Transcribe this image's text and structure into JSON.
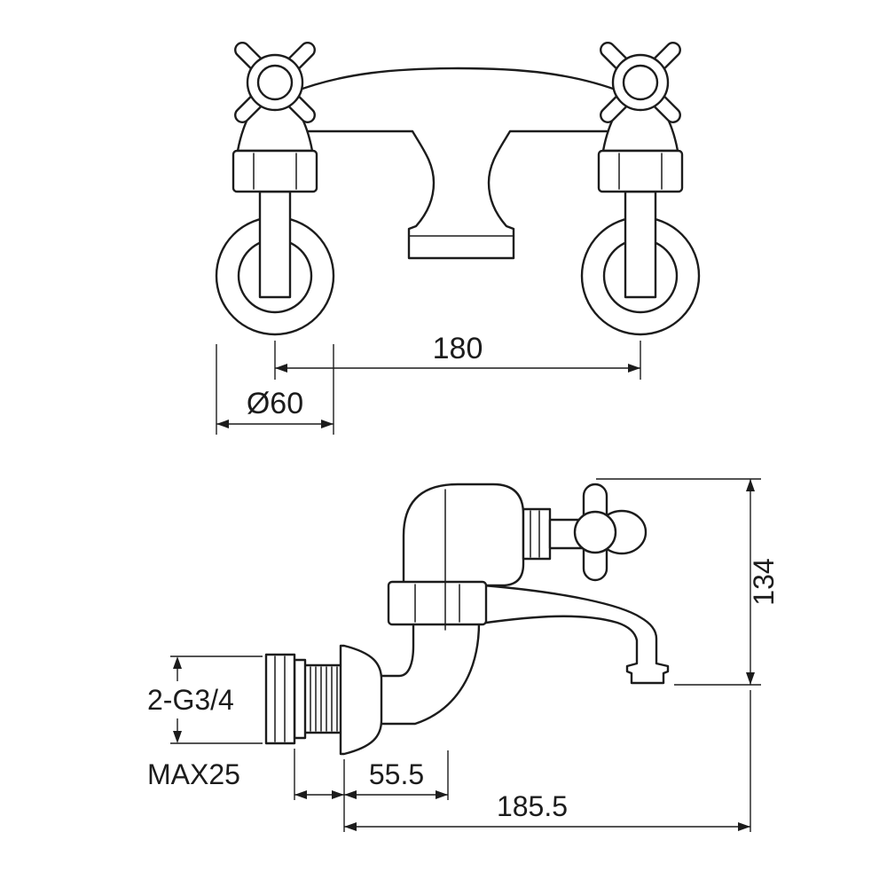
{
  "page": {
    "background": "#ffffff",
    "line_color": "#1c1c1c"
  },
  "drawing": {
    "kind": "technical-dimension-drawing",
    "subject": "wall-mounted cross-head bath filler tap",
    "views": [
      "front-view",
      "side-view"
    ]
  },
  "dims": {
    "center_distance": "180",
    "flange_diameter": "Ø60",
    "height": "134",
    "thread": "2-G3/4",
    "max_wall": "MAX25",
    "axis_offset": "55.5",
    "reach": "185.5"
  }
}
